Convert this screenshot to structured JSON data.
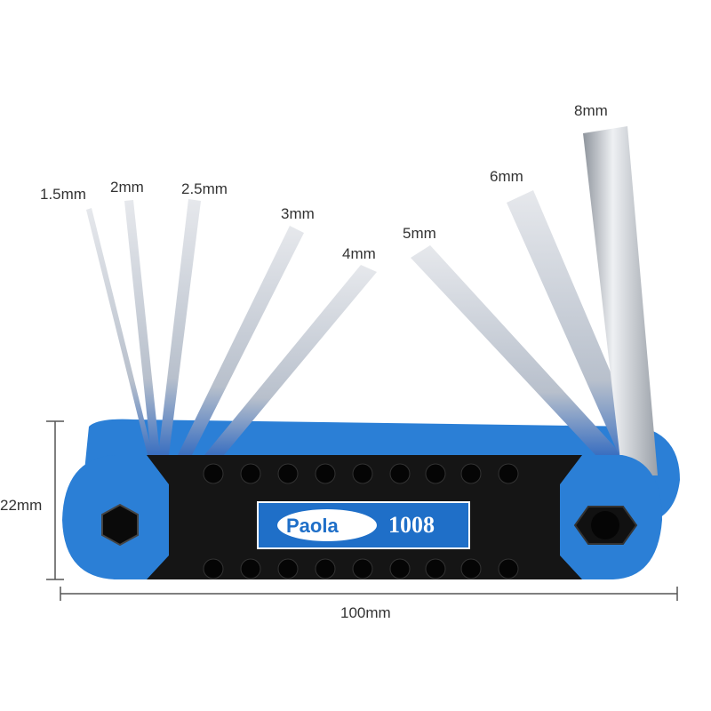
{
  "size_labels": [
    "1.5mm",
    "2mm",
    "2.5mm",
    "3mm",
    "4mm",
    "5mm",
    "6mm",
    "8mm"
  ],
  "dimensions": {
    "height": "22mm",
    "width": "100mm"
  },
  "logo": {
    "brand": "Paola",
    "model": "1008"
  },
  "colors": {
    "body_blue": "#2b7fd6",
    "body_black": "#151515",
    "steel": "#c8ccd2",
    "label_blue": "#1f6fc8"
  }
}
